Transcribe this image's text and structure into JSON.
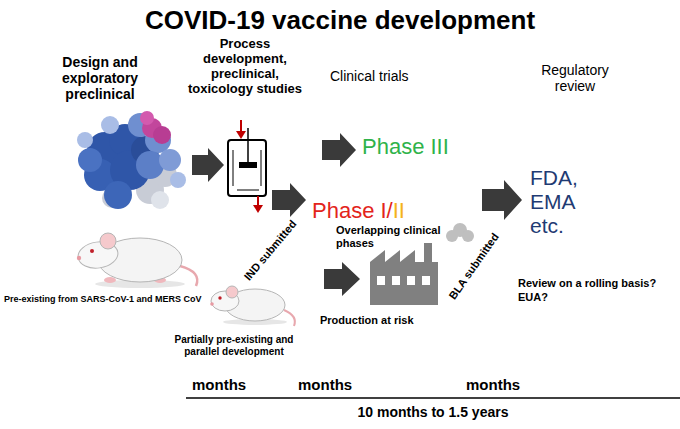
{
  "diagram": {
    "title": "COVID-19 vaccine development",
    "labels": [
      "Design and exploratory preclinical",
      "Process development, preclinical, toxicology studies",
      "Clinical trials",
      "Regulatory review",
      "Phase III",
      "Phase I/",
      "II",
      "Overlapping clinical phases",
      "Pre-existing from SARS-CoV-1 and MERS CoV",
      "IND submitted",
      "Production at risk",
      "BLA submitted",
      "FDA, EMA etc.",
      "Review on a rolling basis? EUA?",
      "Partially pre-existing and parallel development",
      "months",
      "months",
      "months",
      "10 months to 1.5 years"
    ]
  }
}
